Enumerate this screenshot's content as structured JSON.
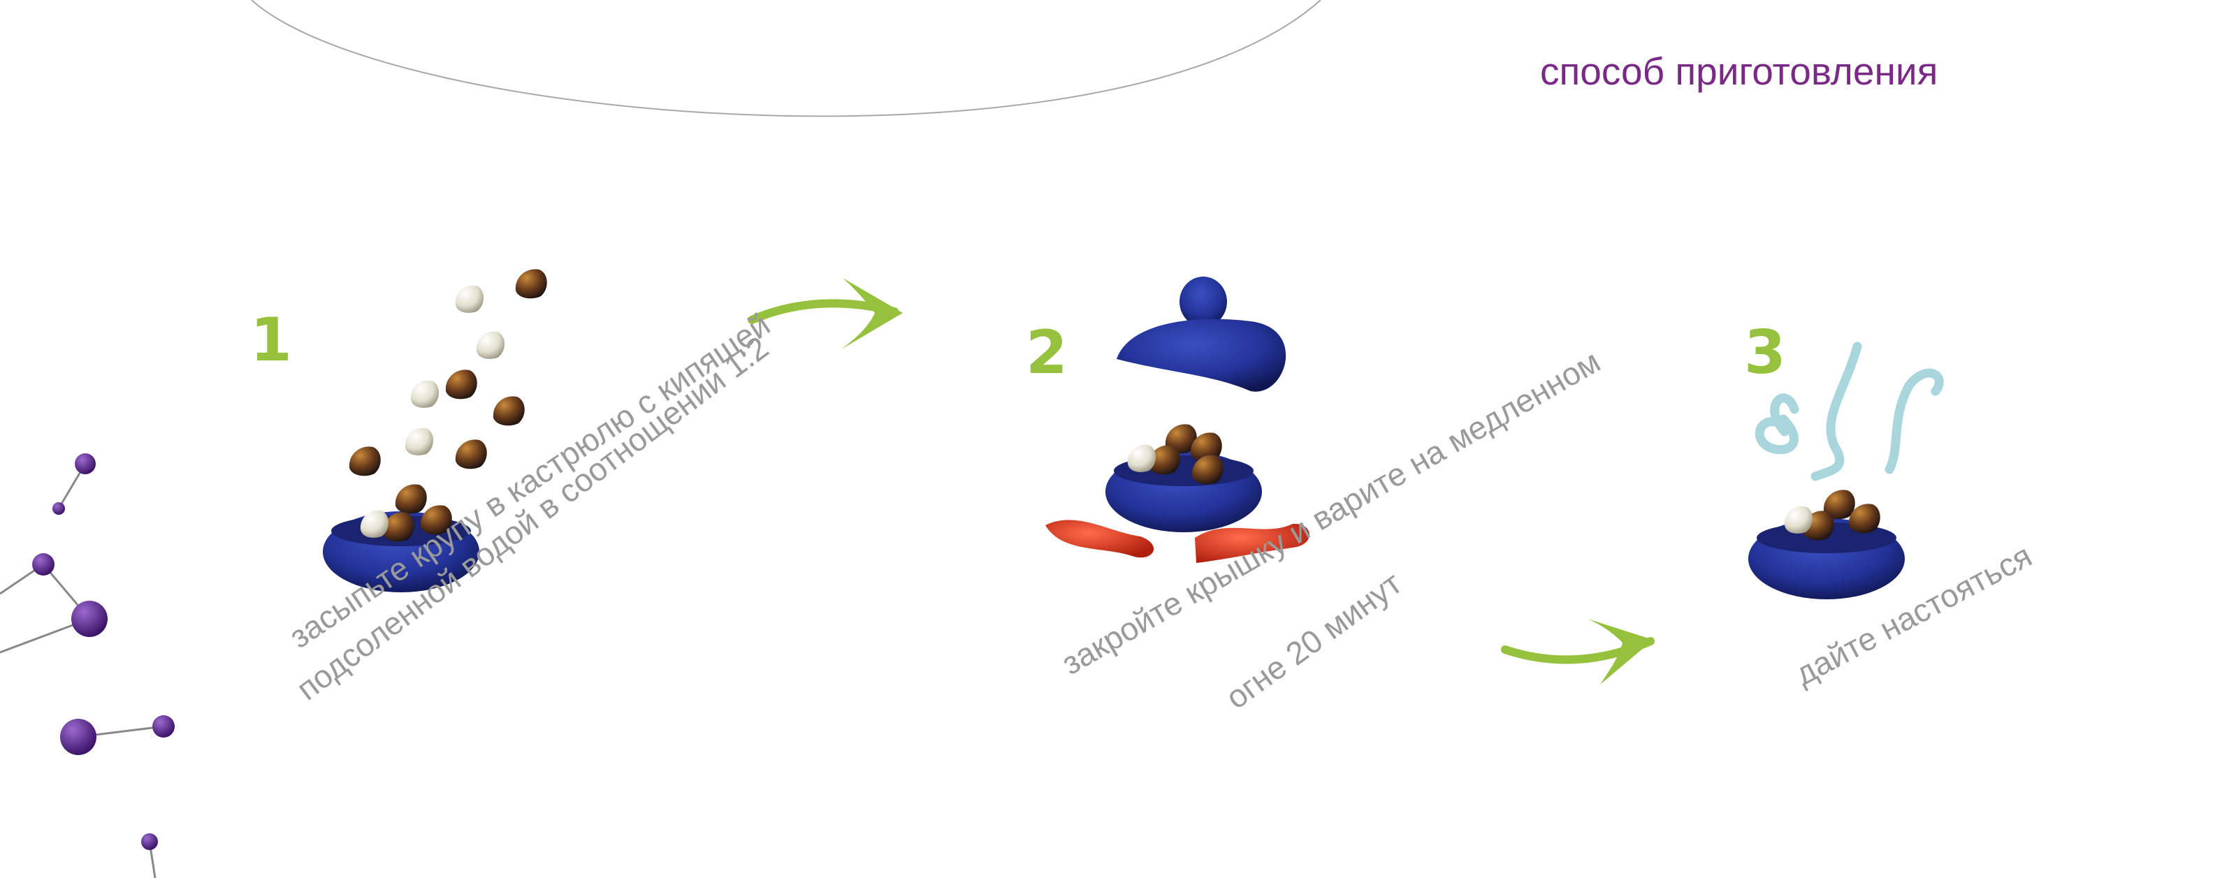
{
  "title": "способ приготовления",
  "colors": {
    "title": "#7a2a86",
    "accent_green": "#95c13d",
    "caption_gray": "#9a9a9a",
    "pot_blue": "#23329a",
    "flame_red": "#d8321f",
    "steam_blue": "#a9d6dc",
    "molecule_purple": "#5b2a8c"
  },
  "steps": [
    {
      "number": "1",
      "caption_lines": [
        "засыпьте крупу в кастрюлю с кипящей",
        "подсоленной водой в соотнощении 1:2"
      ],
      "icon": "pot-with-falling-buckwheat"
    },
    {
      "number": "2",
      "caption_lines": [
        "закройте крышку и варите на медленном",
        "огне 20 минут"
      ],
      "icon": "covered-pot-on-fire"
    },
    {
      "number": "3",
      "caption_lines": [
        "дайте настояться"
      ],
      "icon": "steaming-pot"
    }
  ],
  "icons": {
    "arrow": "green-arrow-icon",
    "molecule": "molecule-icon"
  }
}
